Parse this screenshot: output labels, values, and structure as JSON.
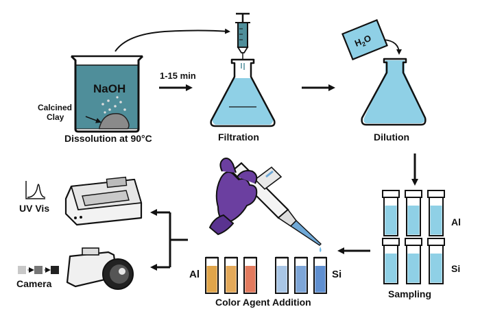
{
  "steps": {
    "dissolution": "Dissolution at 90°C",
    "filtration": "Filtration",
    "dilution": "Dilution",
    "sampling": "Sampling",
    "color_agent": "Color Agent Addition"
  },
  "time_label": "1-15 min",
  "beaker": {
    "reagent": "NaOH",
    "solid_line1": "Calcined",
    "solid_line2": "Clay"
  },
  "water": {
    "base": "H",
    "subscript": "2",
    "tail": "O"
  },
  "vial_labels": {
    "al": "Al",
    "si": "Si"
  },
  "cuvette_labels": {
    "al": "Al",
    "si": "Si"
  },
  "instruments": {
    "uv": "UV Vis",
    "camera": "Camera"
  },
  "colors": {
    "liquid_teal": "#4f8e9a",
    "liquid_light_blue": "#8fd0e6",
    "glove_purple": "#6b3fa0",
    "cuvette_al": [
      "#e0a54a",
      "#e3a95a",
      "#e27a5e"
    ],
    "cuvette_si": [
      "#a9c6e6",
      "#7ea6d8",
      "#5f8fd0"
    ]
  },
  "icons": [
    "beaker",
    "syringe",
    "erlenmeyer-flask",
    "water-cup",
    "vial",
    "pipette",
    "gloved-hand",
    "cuvette",
    "uv-vis-spectrometer",
    "camera",
    "arrow"
  ]
}
